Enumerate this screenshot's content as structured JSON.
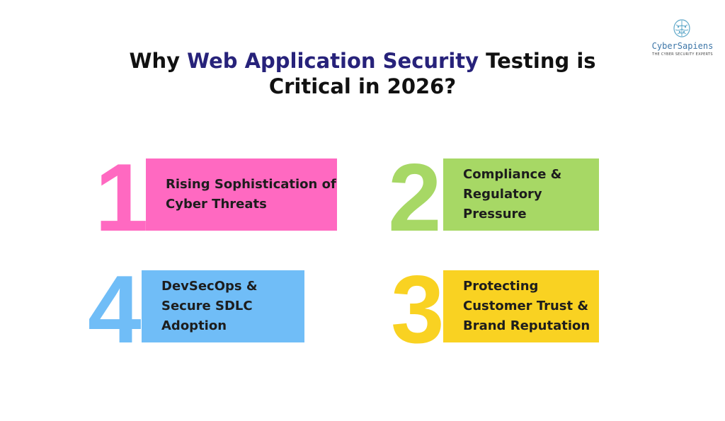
{
  "title": {
    "prefix": "Why ",
    "highlight": "Web Application Security",
    "suffix": " Testing is",
    "line2": "Critical in 2026?"
  },
  "logo": {
    "name": "CyberSapiens",
    "tagline": "THE CYBER SECURITY EXPERTS",
    "icon": "brain-icon"
  },
  "cards": [
    {
      "number": "1",
      "text": "Rising Sophistication of Cyber Threats",
      "color": "#ff69c1"
    },
    {
      "number": "2",
      "text": "Compliance & Regulatory Pressure",
      "color": "#a7d865"
    },
    {
      "number": "4",
      "text": "DevSecOps & Secure SDLC Adoption",
      "color": "#70bdf7"
    },
    {
      "number": "3",
      "text": "Protecting Customer Trust & Brand Reputation",
      "color": "#f9d222"
    }
  ]
}
